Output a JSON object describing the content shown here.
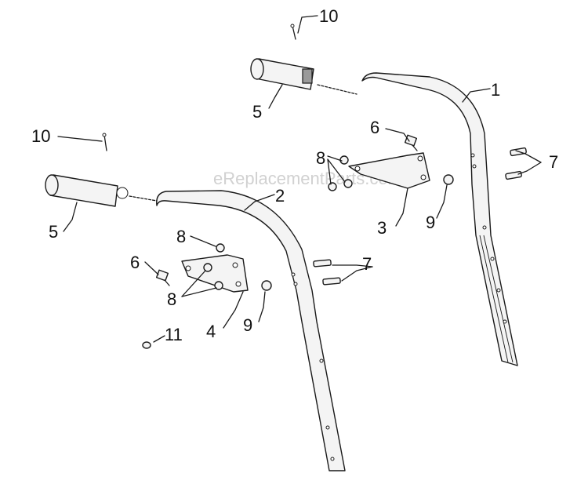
{
  "watermark": "eReplacementParts.com",
  "callouts": {
    "c1": "1",
    "c2": "2",
    "c3": "3",
    "c4": "4",
    "c5a": "5",
    "c5b": "5",
    "c6a": "6",
    "c6b": "6",
    "c7a": "7",
    "c7b": "7",
    "c8a": "8",
    "c8b": "8",
    "c8c": "8",
    "c9a": "9",
    "c9b": "9",
    "c10a": "10",
    "c10b": "10",
    "c11": "11"
  }
}
